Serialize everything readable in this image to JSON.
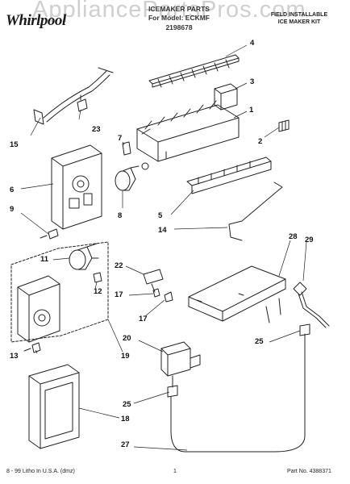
{
  "header": {
    "brand": "Whirlpool",
    "watermark": "AppliancePartsPros.com",
    "title_line1": "ICEMAKER PARTS",
    "title_line2": "For Model: ECKMF",
    "title_line3": "2198678",
    "kit_title_line1": "FIELD INSTALLABLE",
    "kit_title_line2": "ICE MAKER KIT"
  },
  "callouts": [
    "4",
    "3",
    "1",
    "23",
    "7",
    "15",
    "2",
    "6",
    "9",
    "8",
    "5",
    "14",
    "28",
    "29",
    "11",
    "22",
    "12",
    "17",
    "17",
    "25",
    "13",
    "19",
    "20",
    "25",
    "18",
    "27"
  ],
  "footer": {
    "left": "8 - 99 Litho In U.S.A. (dmz)",
    "center": "1",
    "right": "Part No. 4388371"
  }
}
